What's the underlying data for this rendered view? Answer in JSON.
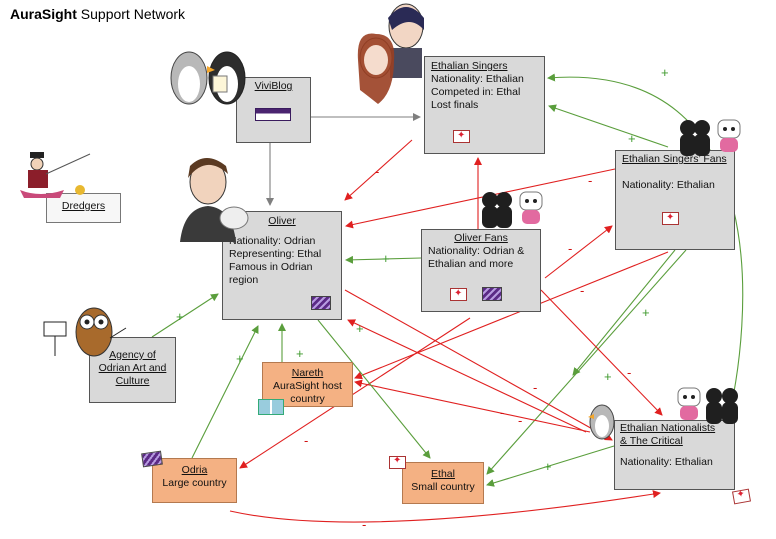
{
  "header": {
    "title_brand": "AuraSight",
    "title_rest": " Support Network"
  },
  "colors": {
    "support": "#5a9e3c",
    "opposition": "#e02020",
    "neutral": "#7f7f7f",
    "person_box": "#d9d9d9",
    "country_box": "#f4b183"
  },
  "nodes": {
    "ethalian_singers": {
      "name": "Ethalian Singers",
      "lines": [
        "Nationality: Ethalian",
        "Competed in: Ethal",
        "Lost finals"
      ]
    },
    "viviblog": {
      "name": "ViviBlog"
    },
    "dredgers": {
      "name": "Dredgers"
    },
    "oliver": {
      "name": "Oliver",
      "lines": [
        "Nationality: Odrian",
        "Representing: Ethal",
        "Famous in Odrian",
        "region"
      ]
    },
    "oliver_fans": {
      "name": "Oliver Fans",
      "lines": [
        "Nationality: Odrian &",
        "Ethalian and more"
      ]
    },
    "singers_fans": {
      "name": "Ethalian Singers’ Fans",
      "lines": [
        "Nationality: Ethalian"
      ]
    },
    "agency": {
      "lines": [
        "Agency of",
        "Odrian Art and",
        "Culture"
      ]
    },
    "nareth": {
      "name": "Nareth",
      "lines": [
        "AuraSight host",
        "country"
      ]
    },
    "odria": {
      "name": "Odria",
      "lines": [
        "Large country"
      ]
    },
    "ethal": {
      "name": "Ethal",
      "lines": [
        "Small country"
      ]
    },
    "nationalists": {
      "name_lines": [
        "Ethalian Nationalists",
        "& The Critical"
      ],
      "lines": [
        "Nationality: Ethalian"
      ]
    }
  },
  "relations": {
    "viviblog_to_singers": "",
    "viviblog_to_oliver": "",
    "singers_to_oliver": "-",
    "oliverfans_to_singers": "",
    "singersfans_to_singers": "+",
    "singersfans_to_oliver": "-",
    "oliverfans_to_oliver": "+",
    "oliverfans_singersfans": "-",
    "singersfans_to_nareth": "-",
    "singersfans_to_nationalists": "+",
    "singersfans_to_ethal": "+",
    "nationalists_to_singers": "+",
    "oliverfans_nationalists": "-",
    "oliver_to_nationalists": "-",
    "nationalists_to_nareth": "-",
    "nationalists_to_oliver": "-",
    "nationalists_to_ethal": "+",
    "nationalists_to_odria": "-",
    "agency_to_oliver": "+",
    "nareth_to_oliver": "+",
    "odria_to_oliver": "+",
    "oliver_to_ethal": "+",
    "odria_nationalists_bottom": "-"
  }
}
